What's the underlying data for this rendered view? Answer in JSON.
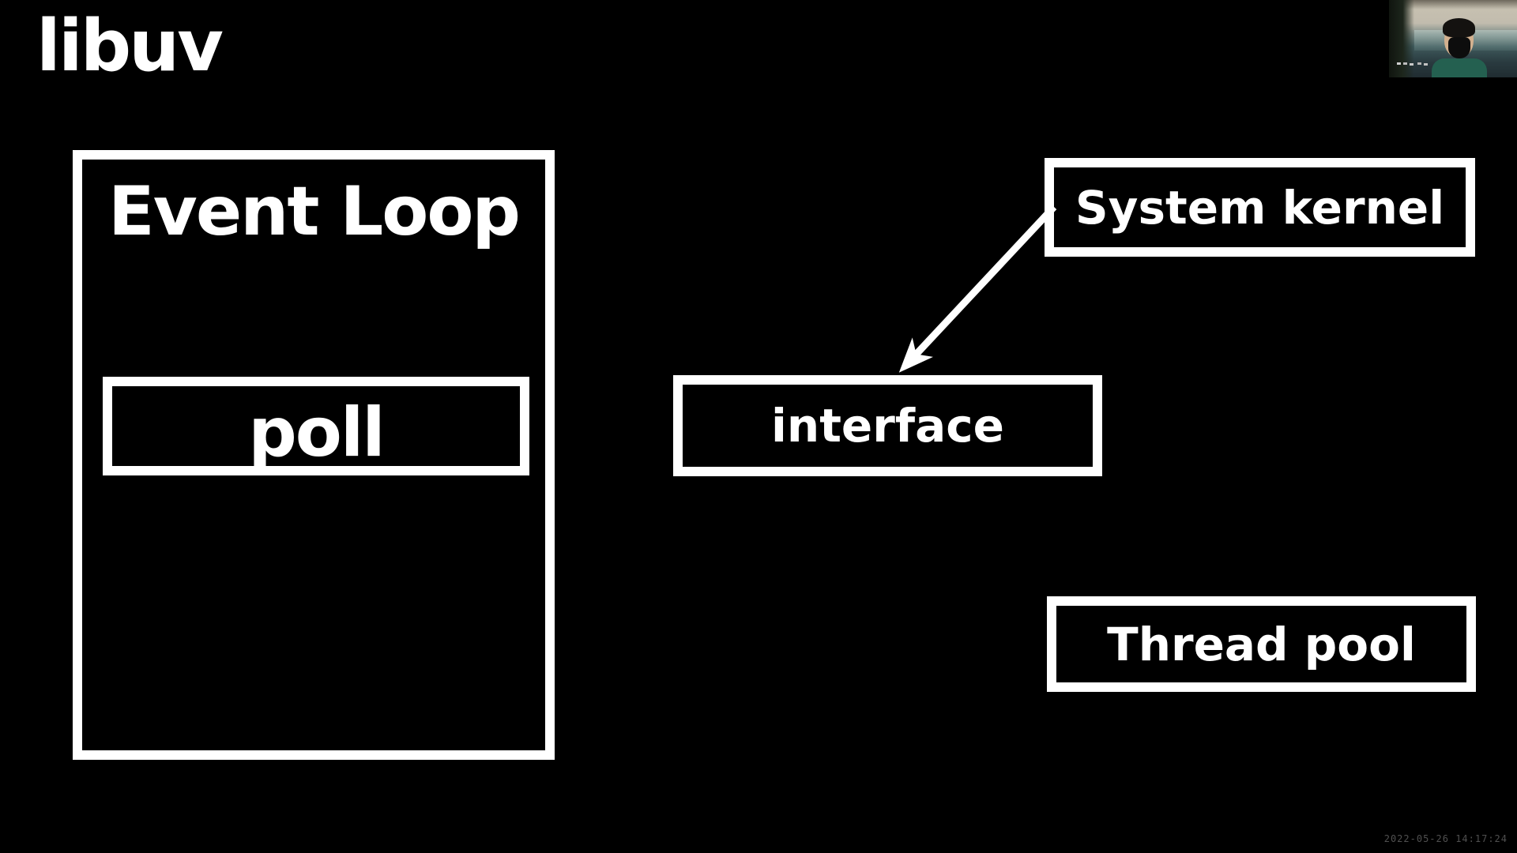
{
  "colors": {
    "background": "#000000",
    "line": "#ffffff",
    "timestamp_text": "#505050"
  },
  "title": "libuv",
  "diagram": {
    "event_loop": {
      "label": "Event Loop"
    },
    "poll": {
      "label": "poll"
    },
    "interface": {
      "label": "interface"
    },
    "system_kernel": {
      "label": "System kernel"
    },
    "thread_pool": {
      "label": "Thread pool"
    },
    "arrow": {
      "from": "system_kernel",
      "to": "interface"
    }
  },
  "overlay": {
    "timestamp": "2022-05-26 14:17:24"
  }
}
